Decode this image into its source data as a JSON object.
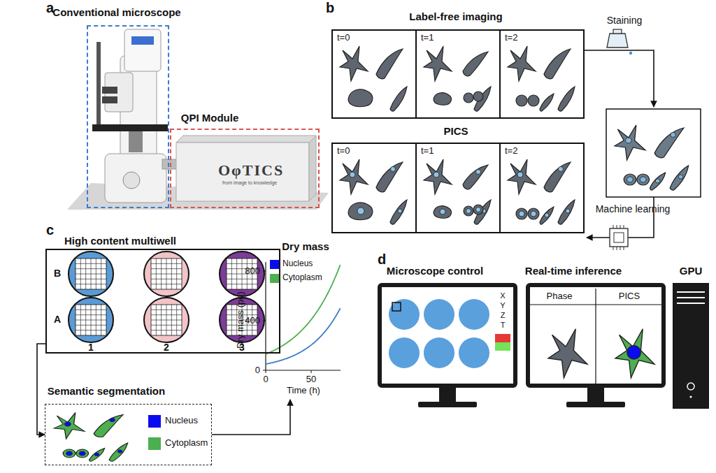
{
  "diagram": {
    "nodes": [
      {
        "text": [
          "Conventional microscope"
        ]
      },
      {
        "text": [
          "QPI Module"
        ]
      },
      {
        "text": [
          "Label-free imaging"
        ]
      },
      {
        "text": [
          "t=0"
        ],
        "in": 2
      },
      {
        "text": [
          "t=1"
        ],
        "in": 2
      },
      {
        "text": [
          "t=2"
        ],
        "in": 2
      },
      {
        "text": [
          "PICS"
        ]
      },
      {
        "text": [
          "t=0"
        ],
        "in": 6
      },
      {
        "text": [
          "t=1"
        ],
        "in": 6
      },
      {
        "text": [
          "t=2"
        ],
        "in": 6
      },
      {
        "text": [
          "High content multiwell"
        ]
      },
      {
        "text": [
          "Semantic segmentation"
        ]
      },
      {
        "text": [
          "Dry mass"
        ]
      },
      {
        "text": [
          "Microscope control"
        ]
      },
      {
        "text": [
          "Real-time inference"
        ]
      },
      {
        "text": [
          "GPU"
        ]
      }
    ],
    "edges": [
      {
        "from": 10,
        "to": 11,
        "arrow": "to"
      },
      {
        "from": 11,
        "to": 12,
        "arrow": "to"
      }
    ],
    "labels": [
      "a",
      "OφTICS",
      "from image to knowledge",
      "b",
      "Staining",
      "Machine learning",
      "c",
      "B",
      "A",
      "1",
      "2",
      "3",
      "800",
      "400",
      "0",
      "0",
      "50",
      "Dry mass (pg)",
      "Time (h)",
      "d",
      "X",
      "Y",
      "Z",
      "T",
      "Phase",
      "PICS"
    ],
    "legend": [
      {
        "text": "Nucleus",
        "color": "#0b0bf0"
      },
      {
        "text": "Cytoplasm",
        "color": "#4caf50"
      },
      {
        "text": "Nucleus",
        "color": "#0b0bf0"
      },
      {
        "text": "Cytoplasm",
        "color": "#4caf50"
      }
    ]
  }
}
